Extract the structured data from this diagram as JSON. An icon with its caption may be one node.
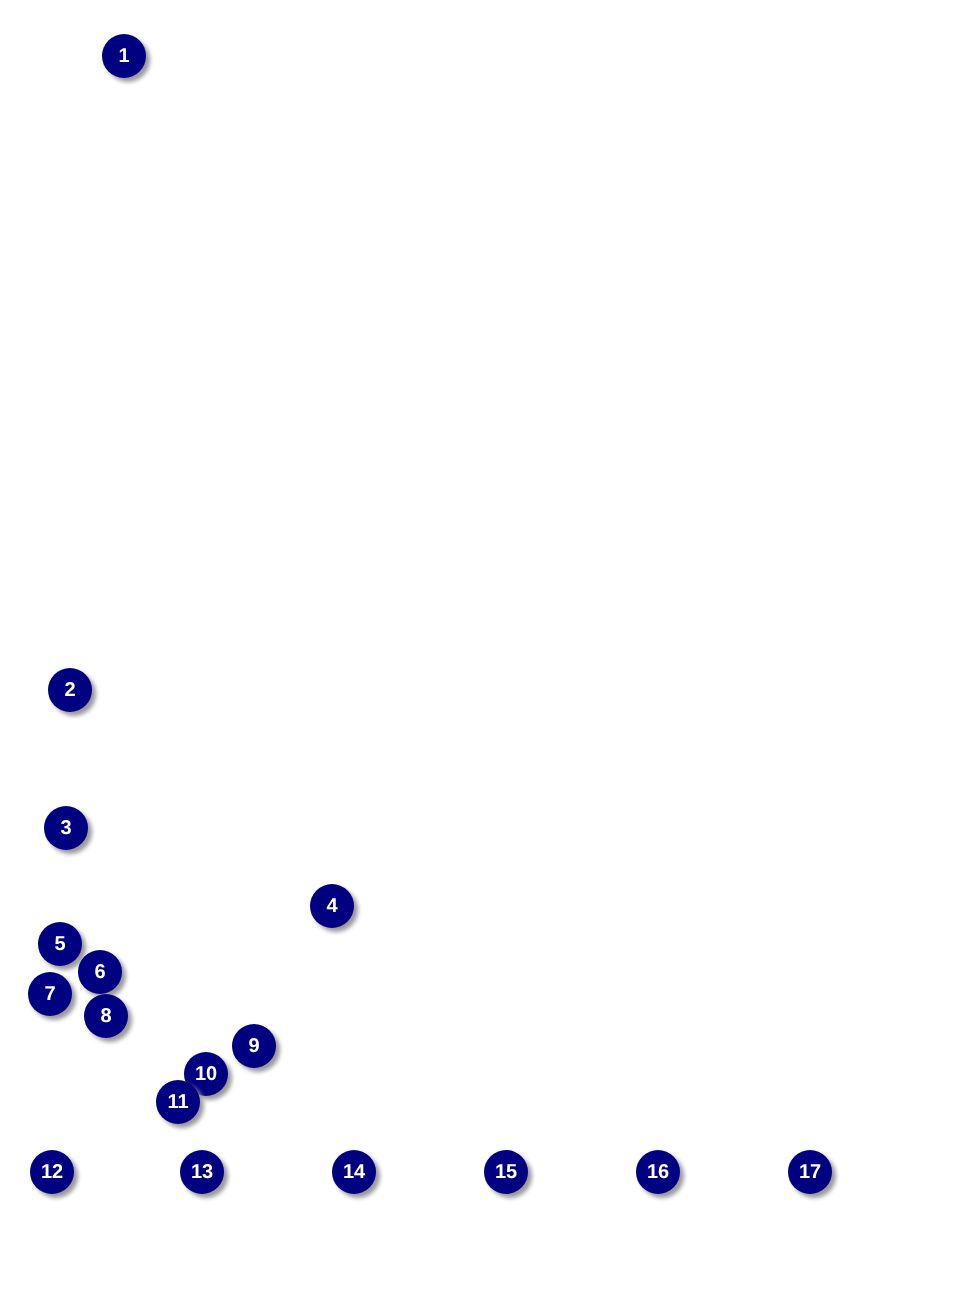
{
  "diagram": {
    "nodes": [
      {
        "text": [
          "1"
        ]
      },
      {
        "text": [
          "2"
        ]
      },
      {
        "text": [
          "3"
        ]
      },
      {
        "text": [
          "4"
        ]
      },
      {
        "text": [
          "5"
        ]
      },
      {
        "text": [
          "6"
        ]
      },
      {
        "text": [
          "7"
        ]
      },
      {
        "text": [
          "8"
        ]
      },
      {
        "text": [
          "9"
        ]
      },
      {
        "text": [
          "10"
        ]
      },
      {
        "text": [
          "11"
        ]
      },
      {
        "text": [
          "12"
        ]
      },
      {
        "text": [
          "13"
        ]
      },
      {
        "text": [
          "14"
        ]
      },
      {
        "text": [
          "15"
        ]
      },
      {
        "text": [
          "16"
        ]
      },
      {
        "text": [
          "17"
        ]
      }
    ],
    "edges": []
  }
}
